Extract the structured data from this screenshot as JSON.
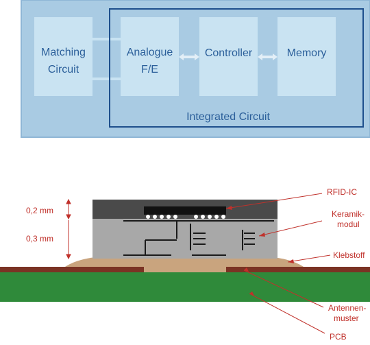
{
  "block_diagram": {
    "blocks": {
      "matching_circuit": [
        "Matching",
        "Circuit"
      ],
      "analogue_fe": [
        "Analogue",
        "F/E"
      ],
      "controller": "Controller",
      "memory": "Memory"
    },
    "ic_label": "Integrated Circuit"
  },
  "cross_section": {
    "dimensions": {
      "top": "0,2 mm",
      "bottom": "0,3 mm"
    },
    "callouts": {
      "rfid_ic": "RFID-IC",
      "keramik": [
        "Keramik-",
        "modul"
      ],
      "klebstoff": "Klebstoff",
      "antennen": [
        "Antennen-",
        "muster"
      ],
      "pcb": "PCB"
    }
  },
  "colors": {
    "panel_bg": "#a9cbe3",
    "panel_border": "#8fb6d6",
    "block_fill": "#c9e3f2",
    "ic_border": "#1e4f8c",
    "text_blue": "#2b5f9a",
    "callout_red": "#c0312b",
    "pcb_green": "#2f8a3a",
    "antenna_brown": "#7a3324",
    "adhesive_tan": "#c9a47e",
    "ic_dark": "#4a4a4a",
    "ceramic_gray": "#a8a8a8"
  }
}
